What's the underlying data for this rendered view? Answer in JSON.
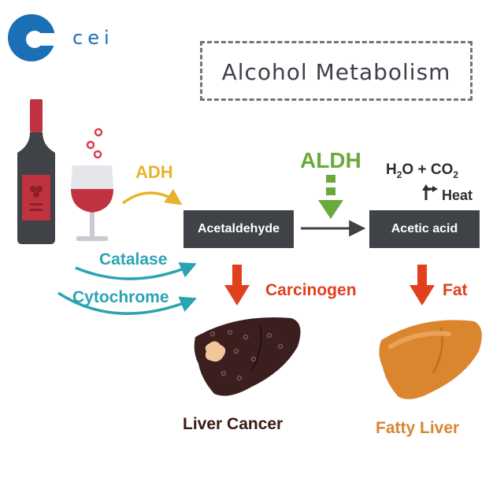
{
  "brand": {
    "name": "cei",
    "color": "#1b6fb5"
  },
  "title": "Alcohol Metabolism",
  "enzymes": {
    "adh": {
      "label": "ADH",
      "color": "#e6b32a"
    },
    "aldh": {
      "label": "ALDH",
      "color": "#6aaa3b"
    },
    "catalase": {
      "label": "Catalase",
      "color": "#2ba3b2"
    },
    "cytochrome": {
      "label": "Cytochrome",
      "color": "#2ba3b2"
    }
  },
  "nodes": {
    "acetaldehyde": "Acetaldehyde",
    "acetic_acid": "Acetic acid"
  },
  "products": {
    "water": {
      "base": "H",
      "sub": "2",
      "tail": "O"
    },
    "plus": "+",
    "co2": {
      "base": "CO",
      "sub": "2"
    },
    "heat": "Heat"
  },
  "effects": {
    "carcinogen": {
      "label": "Carcinogen",
      "color": "#e0401e"
    },
    "fat": {
      "label": "Fat",
      "color": "#e0401e"
    }
  },
  "outcomes": {
    "liver_cancer": {
      "label": "Liver Cancer",
      "color": "#3a1a14"
    },
    "fatty_liver": {
      "label": "Fatty Liver",
      "color": "#d9862f"
    }
  },
  "icons": [
    "cei-logo-icon",
    "wine-bottle-icon",
    "wine-glass-icon",
    "bubble-icon",
    "liver-cancer-icon",
    "fatty-liver-icon",
    "heat-arrow-icon"
  ]
}
